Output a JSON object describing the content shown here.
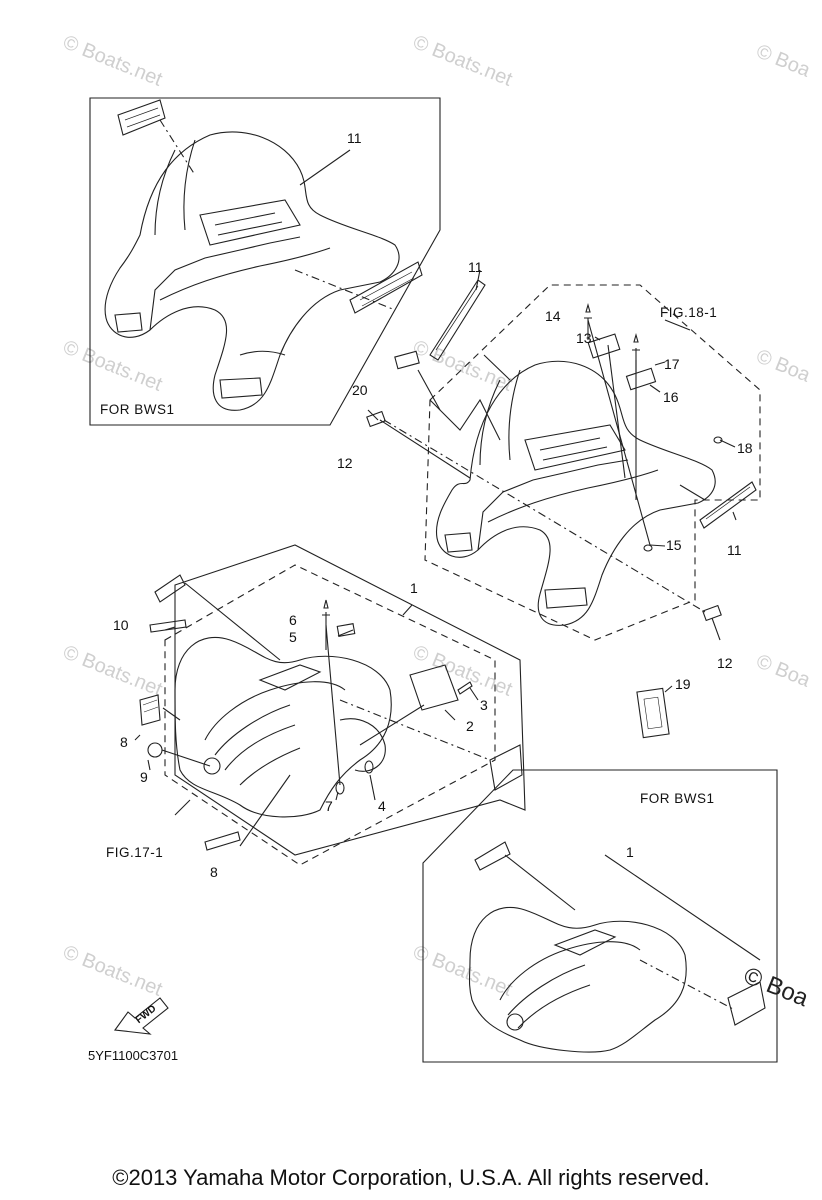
{
  "callouts": [
    "1",
    "2",
    "3",
    "4",
    "5",
    "6",
    "7",
    "8",
    "9",
    "10",
    "11",
    "12",
    "13",
    "14",
    "15",
    "16",
    "17",
    "18",
    "19",
    "20"
  ],
  "labels": {
    "for_bws1_top": "FOR  BWS1",
    "for_bws1_bottom": "FOR  BWS1",
    "fig_18_1": "FIG.18-1",
    "fig_17_1": "FIG.17-1",
    "part_code": "5YF1100C3701",
    "fwd": "FWD"
  },
  "watermark": {
    "text": "© Boats.net",
    "partial": "© Boa",
    "corner": "© Boa"
  },
  "footer": {
    "copyright": "©2013 Yamaha Motor Corporation, U.S.A. All rights reserved."
  }
}
